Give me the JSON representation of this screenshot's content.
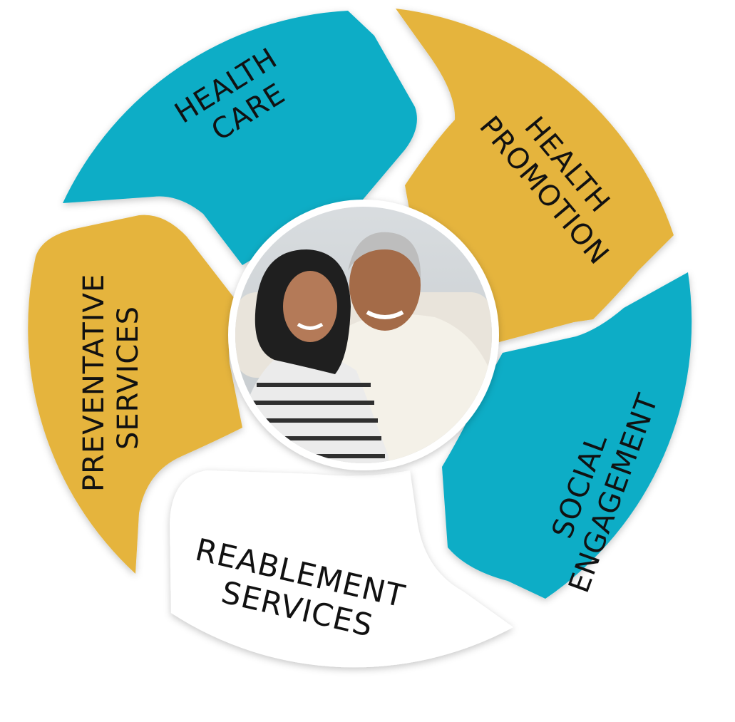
{
  "segments": [
    {
      "id": "health-care",
      "lines": [
        "HEALTH",
        "CARE"
      ],
      "color": "#0aadc6"
    },
    {
      "id": "health-promotion",
      "lines": [
        "HEALTH",
        "PROMOTION"
      ],
      "color": "#e5b43d"
    },
    {
      "id": "social-engagement",
      "lines": [
        "SOCIAL",
        "ENGAGEMENT"
      ],
      "color": "#0aadc6"
    },
    {
      "id": "reablement-services",
      "lines": [
        "REABLEMENT",
        "SERVICES"
      ],
      "color": "#ffffff"
    },
    {
      "id": "preventative-services",
      "lines": [
        "PREVENTATIVE",
        "SERVICES"
      ],
      "color": "#e5b43d"
    }
  ],
  "center_photo": {
    "subject": "smiling elderly couple"
  }
}
